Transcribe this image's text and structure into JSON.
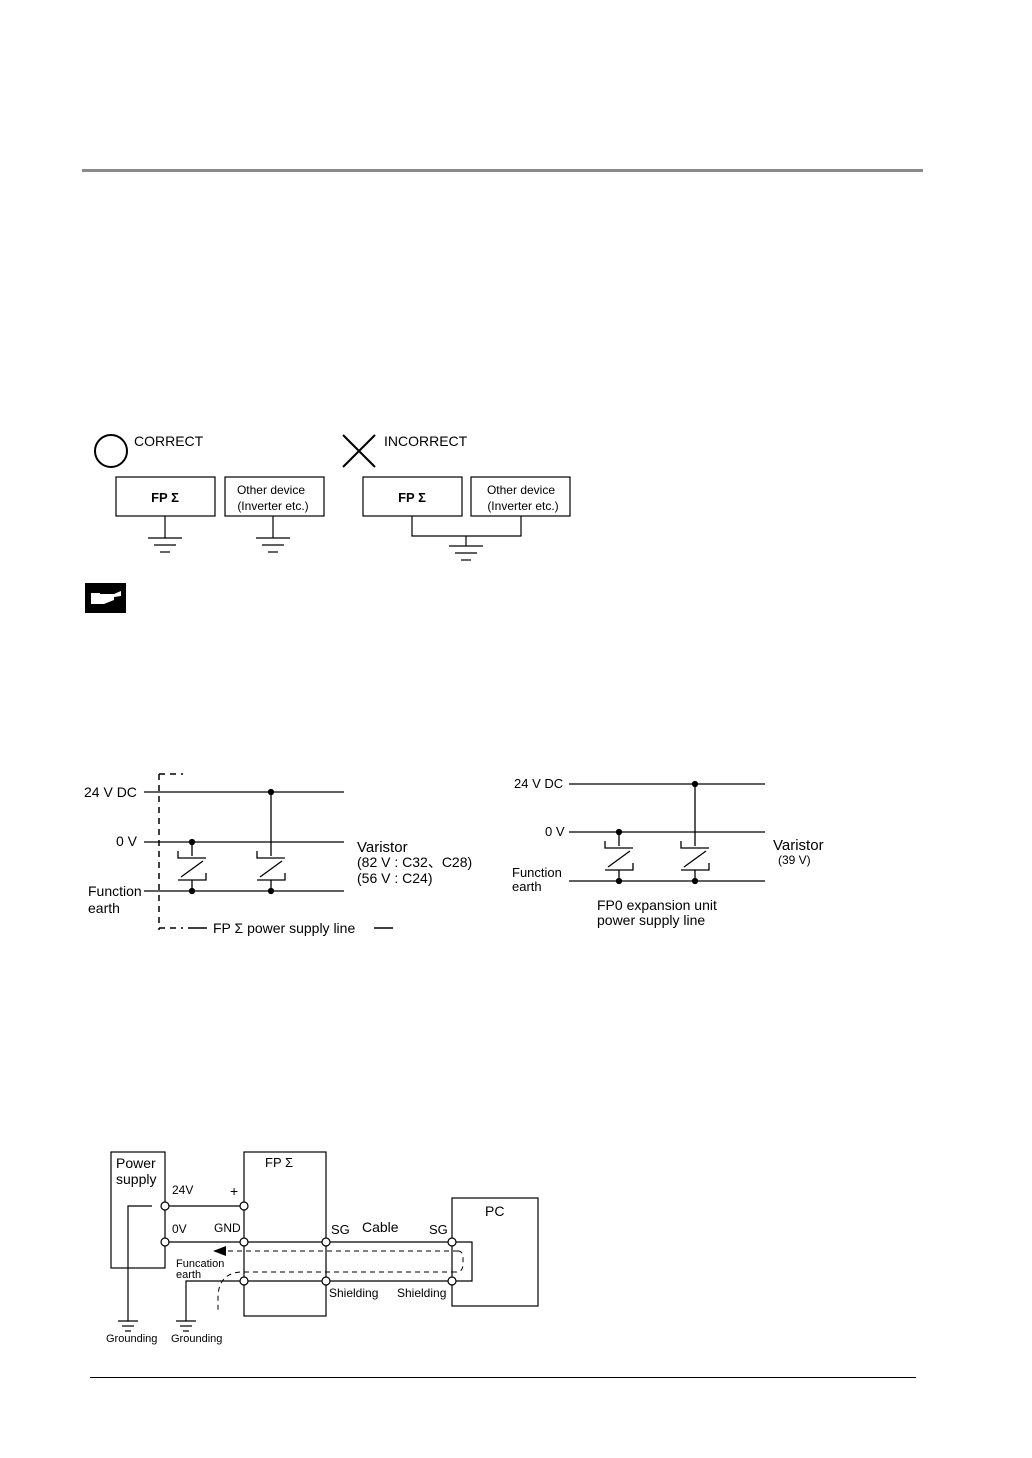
{
  "grounding_compare": {
    "correct_label": "CORRECT",
    "incorrect_label": "INCORRECT",
    "fp_label": "FP Σ",
    "other_device_line1": "Other device",
    "other_device_line2": "(Inverter etc.)"
  },
  "varistor_left": {
    "v24_label": "24 V DC",
    "v0_label": "0 V",
    "fe_line1": "Function",
    "fe_line2": "earth",
    "varistor_title": "Varistor",
    "varistor_line1": "(82 V : C32、C28)",
    "varistor_line2": "(56 V : C24)",
    "supply_line_label": "FP Σ  power supply line"
  },
  "varistor_right": {
    "v24_label": "24 V DC",
    "v0_label": "0 V",
    "fe_line1": "Function",
    "fe_line2": "earth",
    "varistor_title": "Varistor",
    "varistor_value": "(39 V)",
    "caption_line1": "FP0 expansion unit",
    "caption_line2": "power supply line"
  },
  "wiring": {
    "power_supply_line1": "Power",
    "power_supply_line2": "supply",
    "v24": "24V",
    "plus": "+",
    "v0": "0V",
    "gnd": "GND",
    "fp_label": "FP Σ",
    "sg_left": "SG",
    "cable": "Cable",
    "sg_right": "SG",
    "pc": "PC",
    "fe_line1": "Funcation",
    "fe_line2": "earth",
    "shielding_left": "Shielding",
    "shielding_right": "Shielding",
    "grounding_left": "Grounding",
    "grounding_right": "Grounding"
  }
}
